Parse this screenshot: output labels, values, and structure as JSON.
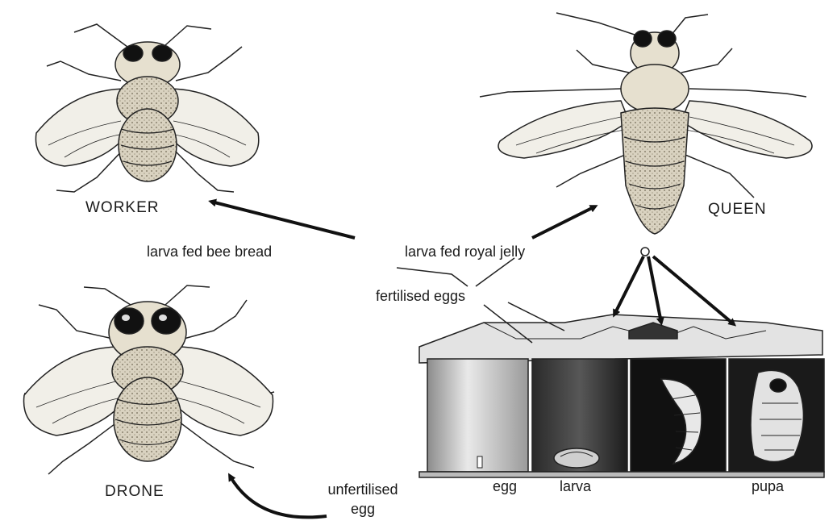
{
  "castes": {
    "worker": "WORKER",
    "queen": "QUEEN",
    "drone": "DRONE"
  },
  "labels": {
    "bee_bread": "larva fed bee bread",
    "royal_jelly": "larva fed royal jelly",
    "fertilised": "fertilised eggs",
    "unfertilised_line1": "unfertilised",
    "unfertilised_line2": "egg"
  },
  "stages": {
    "egg": "egg",
    "larva": "larva",
    "pupa": "pupa"
  }
}
